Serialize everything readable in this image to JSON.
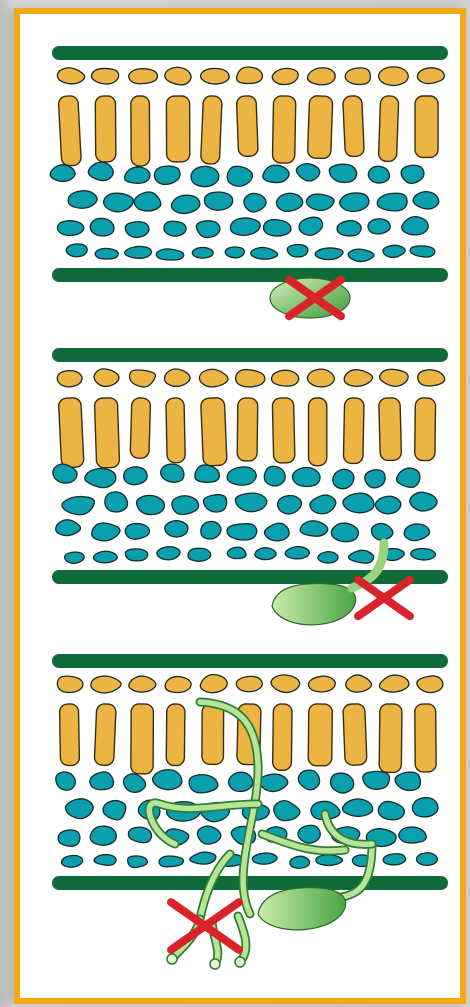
{
  "diagram": {
    "panels": [
      {
        "id": "panel-1",
        "variant": "fungus-blocked-at-surface"
      },
      {
        "id": "panel-2",
        "variant": "fungus-penetrates-then-blocked"
      },
      {
        "id": "panel-3",
        "variant": "fungus-colonizes-leaf-then-blocked"
      }
    ],
    "colors": {
      "frame_border": "#f4a912",
      "cuticle": "#0f6b3a",
      "palisade": "#ebb443",
      "spongy": "#0a9fad",
      "fungus_light": "#b8e39a",
      "fungus_dark": "#3f9a3a",
      "cross": "#d8232a"
    },
    "icons": [
      "cross-mark-icon"
    ]
  }
}
